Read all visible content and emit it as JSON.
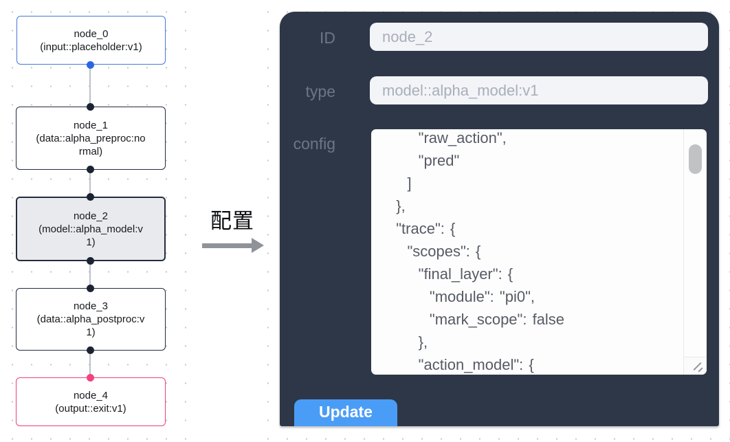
{
  "flow": {
    "nodes": [
      {
        "label": "node_0",
        "type_label": "(input::placeholder:v1)",
        "variant": "input"
      },
      {
        "label": "node_1",
        "type_label": "(data::alpha_preproc:normal)",
        "variant": "default"
      },
      {
        "label": "node_2",
        "type_label": "(model::alpha_model:v1)",
        "variant": "selected"
      },
      {
        "label": "node_3",
        "type_label": "(data::alpha_postproc:v1)",
        "variant": "default"
      },
      {
        "label": "node_4",
        "type_label": "(output::exit:v1)",
        "variant": "output"
      }
    ]
  },
  "transition": {
    "label": "配置",
    "arrow_icon": "right-arrow"
  },
  "config_panel": {
    "id_label": "ID",
    "id_value": "node_2",
    "type_label": "type",
    "type_value": "model::alpha_model:v1",
    "config_label": "config",
    "config_text": "      \"raw_action\",\n      \"pred\"\n    ]\n  },\n  \"trace\": {\n    \"scopes\": {\n      \"final_layer\": {\n        \"module\": \"pi0\",\n        \"mark_scope\": false\n      },\n      \"action_model\": {",
    "update_label": "Update"
  },
  "colors": {
    "panel_bg": "#2d3747",
    "accent_blue": "#4a9df6",
    "input_node_border": "#4677dd",
    "output_node_border": "#ee3e7b",
    "default_node_border": "#222b3d",
    "selected_node_bg": "#e9eaed",
    "handle_blue": "#2b66e3",
    "handle_pink": "#f04380",
    "handle_dark": "#1c2333",
    "edge_gray": "#bcc0c7"
  }
}
